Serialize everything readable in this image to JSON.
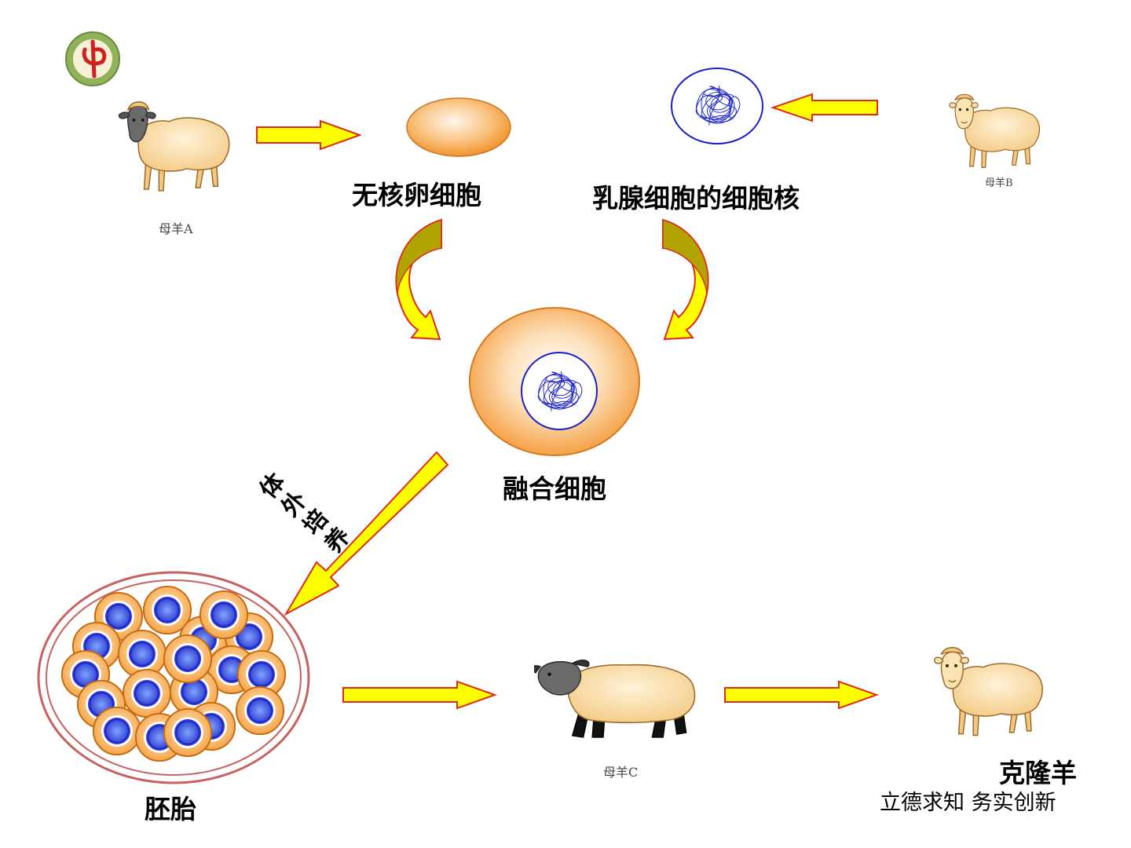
{
  "labels": {
    "enucleated_egg": "无核卵细胞",
    "mammary_nucleus": "乳腺细胞的细胞核",
    "fused_cell": "融合细胞",
    "culture_chars": [
      "体",
      "外",
      "培",
      "养"
    ],
    "embryo": "胚胎",
    "clone_sheep": "克隆羊",
    "motto": "立德求知 务实创新",
    "ewe_a": "母羊A",
    "ewe_b": "母羊B",
    "ewe_c": "母羊C"
  },
  "icons": {
    "logo": "school-logo-icon",
    "sheep": "sheep-icon",
    "arrow": "arrow-icon"
  },
  "colors": {
    "arrow_fill": "#ffff00",
    "arrow_stroke": "#e0281c",
    "curve_dark": "#b2a400",
    "cell_orange": "#f6a848",
    "cell_light": "#fff4e6",
    "nucleus_blue": "#1a22c4",
    "sheep_wool": "#f9d89a",
    "sheep_outline": "#9a6a2a",
    "embryo_ring": "#c86060"
  }
}
